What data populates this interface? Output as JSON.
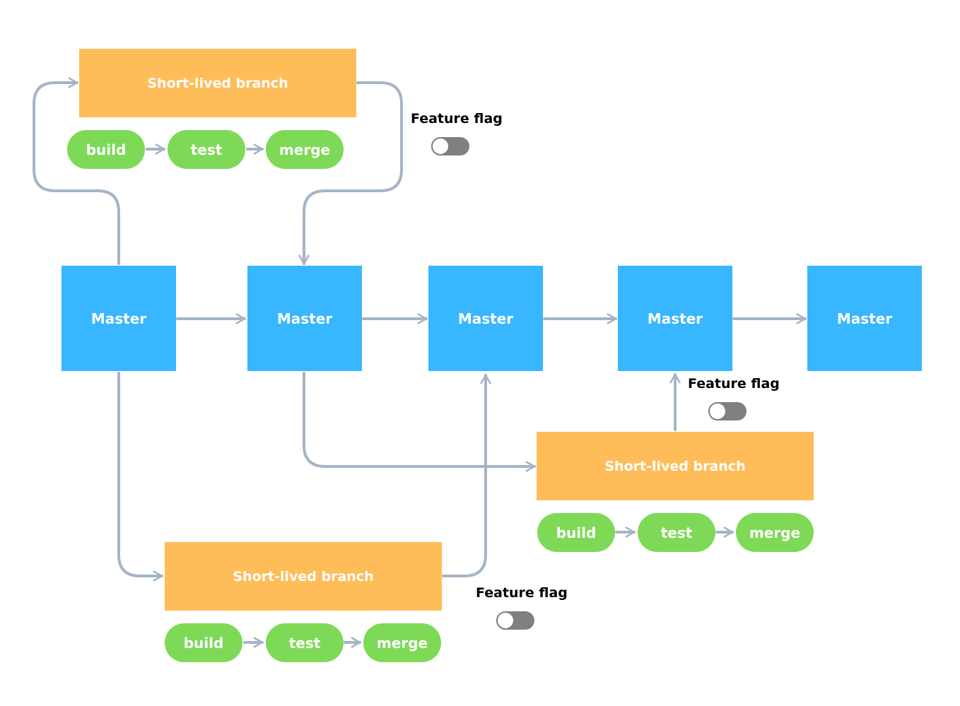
{
  "colors": {
    "master": "#38b6ff",
    "branch": "#ffbd59",
    "step": "#7ed957",
    "connector": "#a6b4c6",
    "toggle": "#808080"
  },
  "masters": [
    {
      "label": "Master"
    },
    {
      "label": "Master"
    },
    {
      "label": "Master"
    },
    {
      "label": "Master"
    },
    {
      "label": "Master"
    }
  ],
  "branches": [
    {
      "label": "Short-lived branch",
      "steps": [
        "build",
        "test",
        "merge"
      ]
    },
    {
      "label": "Short-lived branch",
      "steps": [
        "build",
        "test",
        "merge"
      ]
    },
    {
      "label": "Short-lived branch",
      "steps": [
        "build",
        "test",
        "merge"
      ]
    }
  ],
  "feature_flags": [
    {
      "label": "Feature flag",
      "state": "off"
    },
    {
      "label": "Feature flag",
      "state": "off"
    },
    {
      "label": "Feature flag",
      "state": "off"
    }
  ],
  "toggle_icon": "toggle-switch-off"
}
